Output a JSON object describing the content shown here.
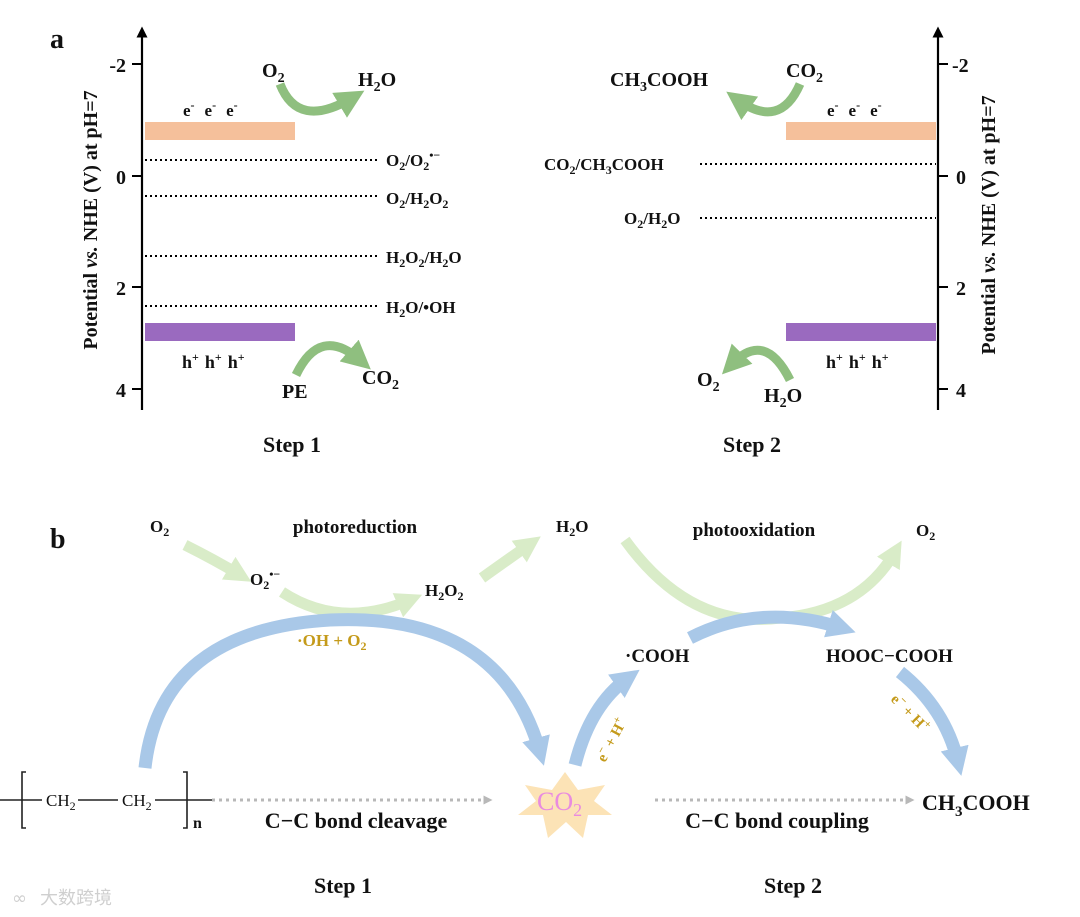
{
  "panel_a": {
    "label": "a",
    "y_axis_label_left": "Potential vs. NHE (V) at pH=7",
    "y_axis_label_right": "Potential vs. NHE (V) at pH=7",
    "y_ticks": [
      "-2",
      "0",
      "2",
      "4"
    ],
    "step1": {
      "title": "Step 1",
      "electrons": [
        "e",
        "e",
        "e"
      ],
      "holes": [
        "h",
        "h",
        "h"
      ],
      "reduction": {
        "from": "O2",
        "to": "H2O"
      },
      "oxidation": {
        "from": "PE",
        "to": "CO2"
      },
      "redox_levels": [
        "O2/O2•−",
        "O2/H2O2",
        "H2O2/H2O",
        "H2O/•OH"
      ]
    },
    "step2": {
      "title": "Step 2",
      "electrons": [
        "e",
        "e",
        "e"
      ],
      "holes": [
        "h",
        "h",
        "h"
      ],
      "reduction": {
        "from": "CO2",
        "to": "CH3COOH"
      },
      "oxidation": {
        "from": "H2O",
        "to": "O2"
      },
      "redox_levels": [
        "CO2/CH3COOH",
        "O2/H2O"
      ]
    },
    "colors": {
      "cb_band": "#f5c09b",
      "vb_band": "#9a6abf",
      "arrow_green": "#8fbf7f"
    }
  },
  "panel_b": {
    "label": "b",
    "photoreduction": "photoreduction",
    "photooxidation": "photooxidation",
    "species": {
      "o2_left": "O2",
      "superoxide": "O2•−",
      "h2o2": "H2O2",
      "h2o": "H2O",
      "o2_right": "O2",
      "cooh_radical": "·COOH",
      "oxalic": "HOOC−COOH",
      "acetic": "CH3COOH",
      "co2": "CO2"
    },
    "oh_o2": "·OH + O2",
    "e_h_1": "e− + H+",
    "e_h_2": "e− + H+",
    "polymer": {
      "unit": "CH2—CH2",
      "n": "n"
    },
    "bond_cleavage": "C−C bond cleavage",
    "bond_coupling": "C−C bond coupling",
    "step1": "Step 1",
    "step2": "Step 2",
    "colors": {
      "blue_arrow": "#a9c8e8",
      "green_arrow": "#d9ecc8",
      "co2_pink": "#e98be0",
      "star": "#fce3b6",
      "gold_text": "#c49a1a"
    }
  },
  "watermark": "大数跨境"
}
